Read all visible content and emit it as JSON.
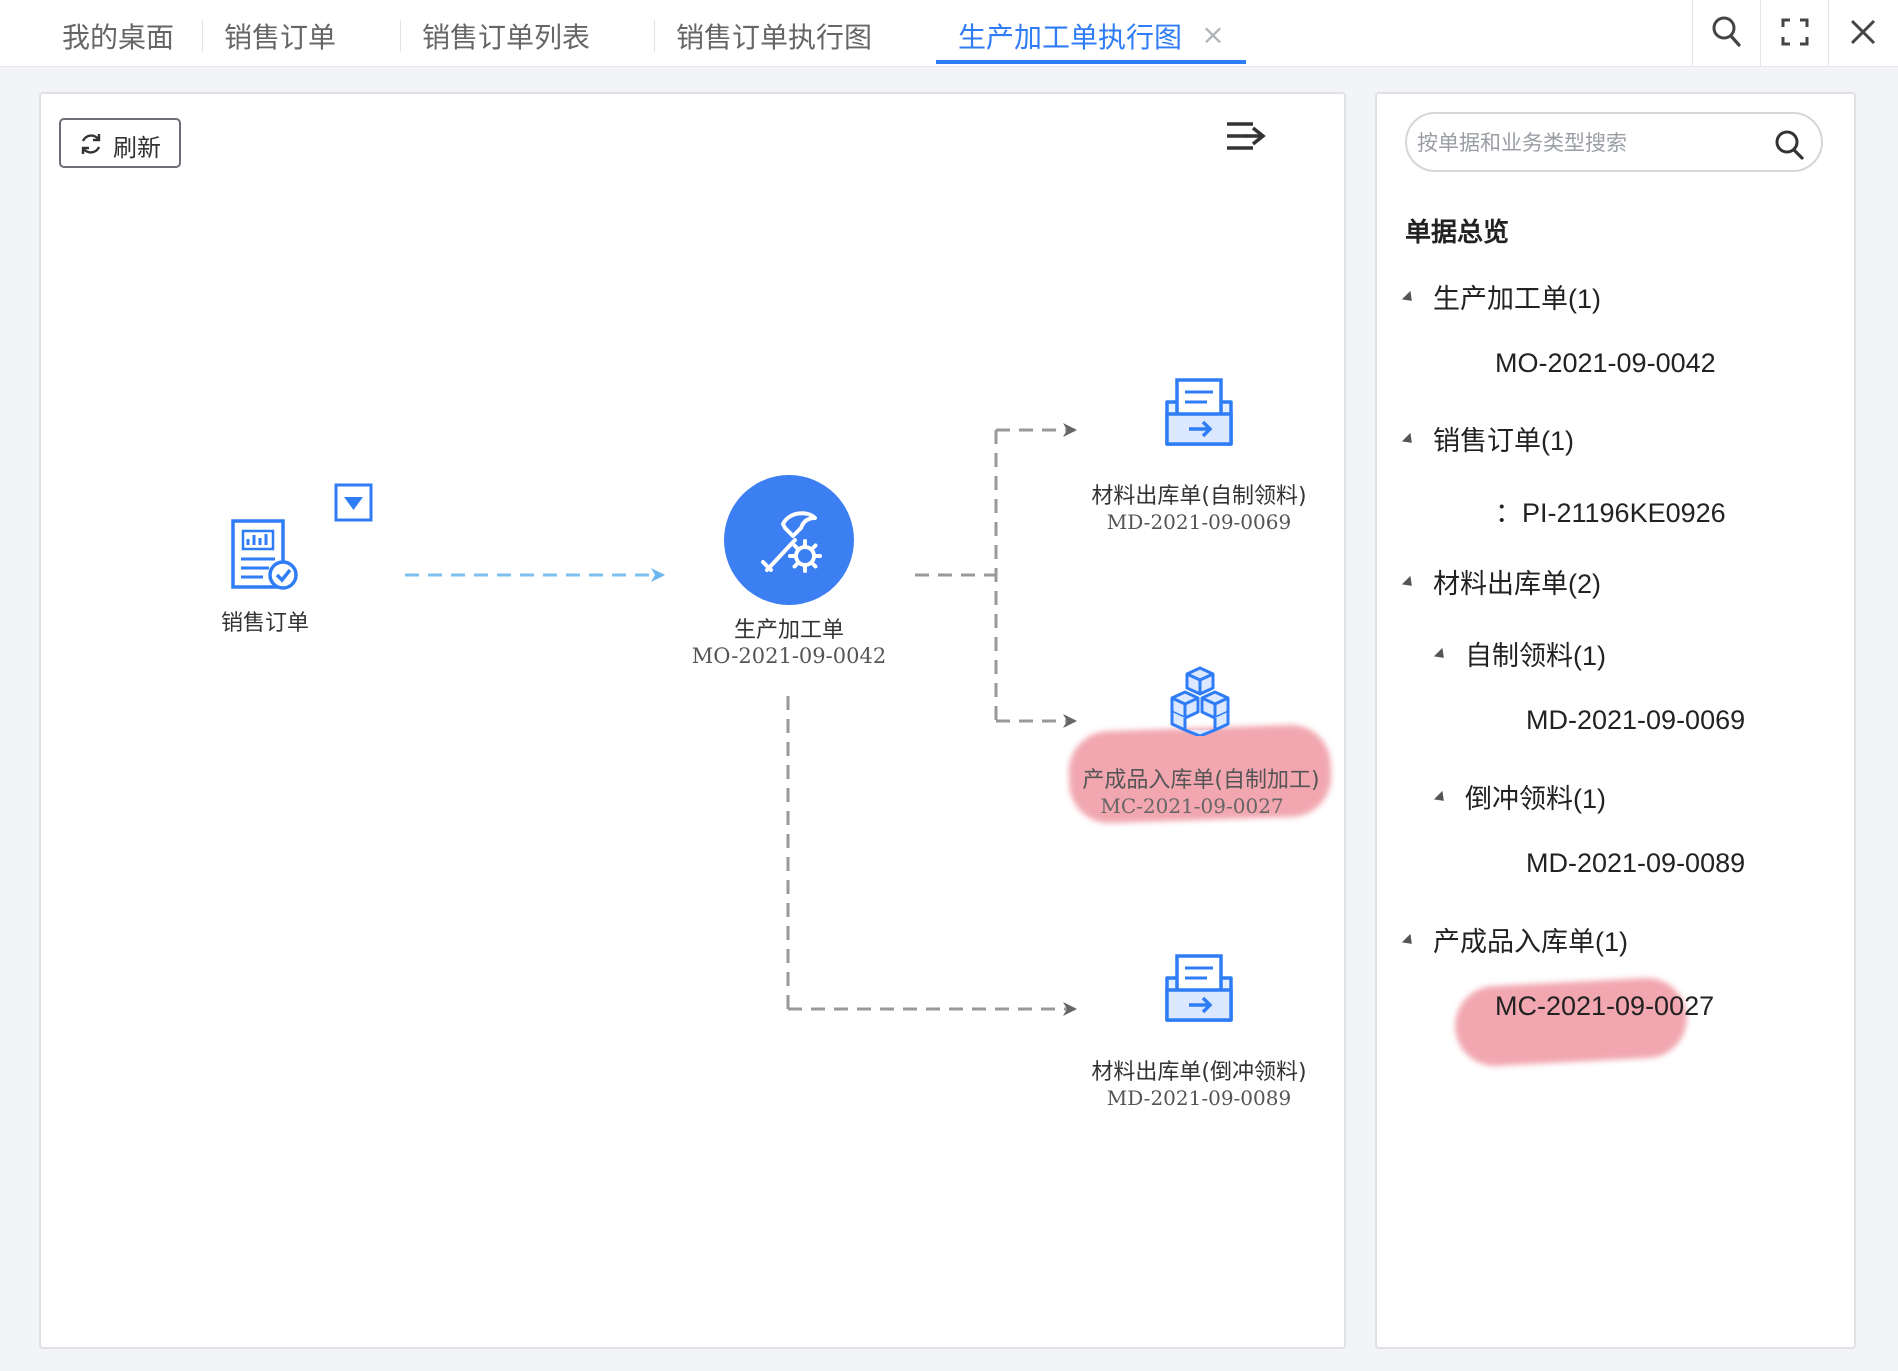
{
  "tabs": [
    {
      "label": "我的桌面",
      "active": false
    },
    {
      "label": "销售订单",
      "active": false
    },
    {
      "label": "销售订单列表",
      "active": false
    },
    {
      "label": "销售订单执行图",
      "active": false
    },
    {
      "label": "生产加工单执行图",
      "active": true
    }
  ],
  "toolbar": {
    "search_icon": "search-icon",
    "fullscreen_icon": "fullscreen-icon",
    "close_icon": "close-icon"
  },
  "main": {
    "refresh_label": "刷新",
    "nodes": {
      "sales_order": {
        "label": "销售订单"
      },
      "production_order": {
        "label": "生产加工单",
        "code": "MO-2021-09-0042"
      },
      "issue_self": {
        "label": "材料出库单(自制领料)",
        "code": "MD-2021-09-0069"
      },
      "receipt_product": {
        "label": "产成品入库单(自制加工)",
        "code": "MC-2021-09-0027"
      },
      "issue_backflush": {
        "label": "材料出库单(倒冲领料)",
        "code": "MD-2021-09-0089"
      }
    }
  },
  "side": {
    "search_placeholder": "按单据和业务类型搜索",
    "tree_title": "单据总览",
    "tree": [
      {
        "text": "生产加工单(1)",
        "level": 0,
        "caret": true
      },
      {
        "text": "MO-2021-09-0042",
        "level": 1,
        "caret": false
      },
      {
        "text": "销售订单(1)",
        "level": 0,
        "caret": true
      },
      {
        "text": "：PI-21196KE0926",
        "level": 1,
        "caret": false
      },
      {
        "text": "材料出库单(2)",
        "level": 0,
        "caret": true
      },
      {
        "text": "自制领料(1)",
        "level": 1,
        "caret": true
      },
      {
        "text": "MD-2021-09-0069",
        "level": 2,
        "caret": false
      },
      {
        "text": "倒冲领料(1)",
        "level": 1,
        "caret": true
      },
      {
        "text": "MD-2021-09-0089",
        "level": 2,
        "caret": false
      },
      {
        "text": "产成品入库单(1)",
        "level": 0,
        "caret": true
      },
      {
        "text": "MC-2021-09-0027",
        "level": 1,
        "caret": false
      }
    ]
  },
  "colors": {
    "accent": "#2f7df6",
    "highlight": "#e97180"
  }
}
